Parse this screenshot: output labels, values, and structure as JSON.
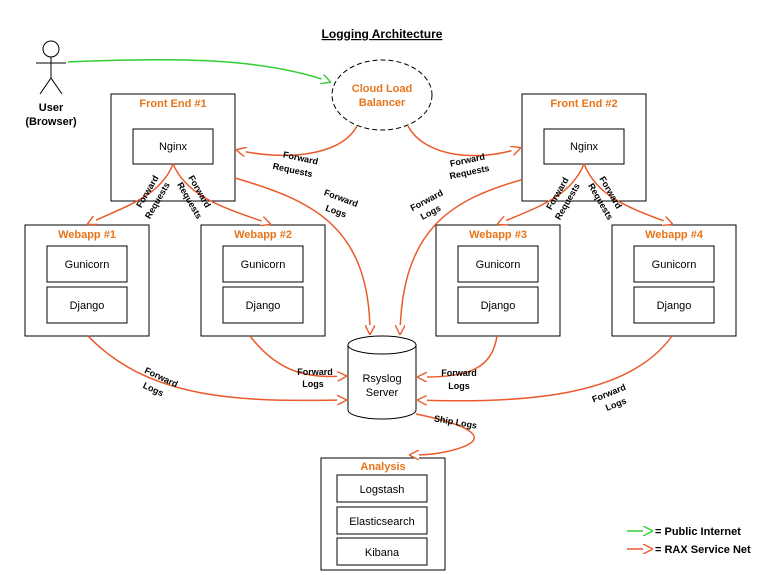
{
  "title": "Logging Architecture",
  "user": {
    "line1": "User",
    "line2": "(Browser)"
  },
  "cloud_lb": {
    "line1": "Cloud Load",
    "line2": "Balancer"
  },
  "frontends": [
    {
      "title": "Front End #1",
      "inner": "Nginx"
    },
    {
      "title": "Front End #2",
      "inner": "Nginx"
    }
  ],
  "webapps": [
    {
      "title": "Webapp #1",
      "components": [
        "Gunicorn",
        "Django"
      ]
    },
    {
      "title": "Webapp #2",
      "components": [
        "Gunicorn",
        "Django"
      ]
    },
    {
      "title": "Webapp #3",
      "components": [
        "Gunicorn",
        "Django"
      ]
    },
    {
      "title": "Webapp #4",
      "components": [
        "Gunicorn",
        "Django"
      ]
    }
  ],
  "rsyslog": {
    "line1": "Rsyslog",
    "line2": "Server"
  },
  "analysis": {
    "title": "Analysis",
    "components": [
      "Logstash",
      "Elasticsearch",
      "Kibana"
    ]
  },
  "edge_labels": {
    "forward": "Forward",
    "requests": "Requests",
    "logs": "Logs",
    "ship_logs": "Ship Logs"
  },
  "legend": [
    {
      "label": "= Public Internet",
      "color": "#33cc33"
    },
    {
      "label": "= RAX Service Net",
      "color": "#ea5a2a"
    }
  ]
}
